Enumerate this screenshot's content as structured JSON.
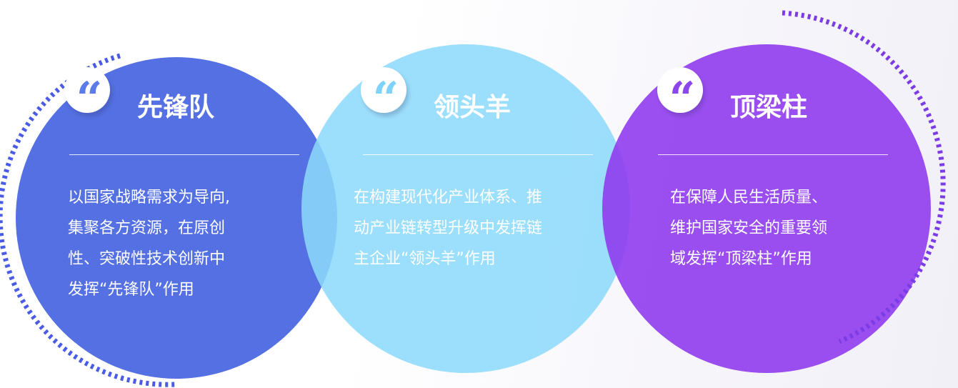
{
  "colors": {
    "circle_1": "#5470e2",
    "circle_2": "#8cdafc",
    "circle_3": "#903cee",
    "dots_blue": "#4a5ce6",
    "dots_purple": "#7b3ce6",
    "quote_blue": "#5b7ce8",
    "quote_cyan": "#7fd3fa",
    "quote_purple": "#8c46ec"
  },
  "quote_mark": "“",
  "panels": [
    {
      "title": "先锋队",
      "desc_lines": [
        "以国家战略需求为导向,",
        "集聚各方资源，在原创",
        "性、突破性技术创新中",
        "发挥“先锋队”作用"
      ]
    },
    {
      "title": "领头羊",
      "desc_lines": [
        "在构建现代化产业体系、推",
        "动产业链转型升级中发挥链",
        "主企业“领头羊”作用"
      ]
    },
    {
      "title": "顶梁柱",
      "desc_lines": [
        "在保障人民生活质量、",
        "维护国家安全的重要领",
        "域发挥“顶梁柱”作用"
      ]
    }
  ]
}
